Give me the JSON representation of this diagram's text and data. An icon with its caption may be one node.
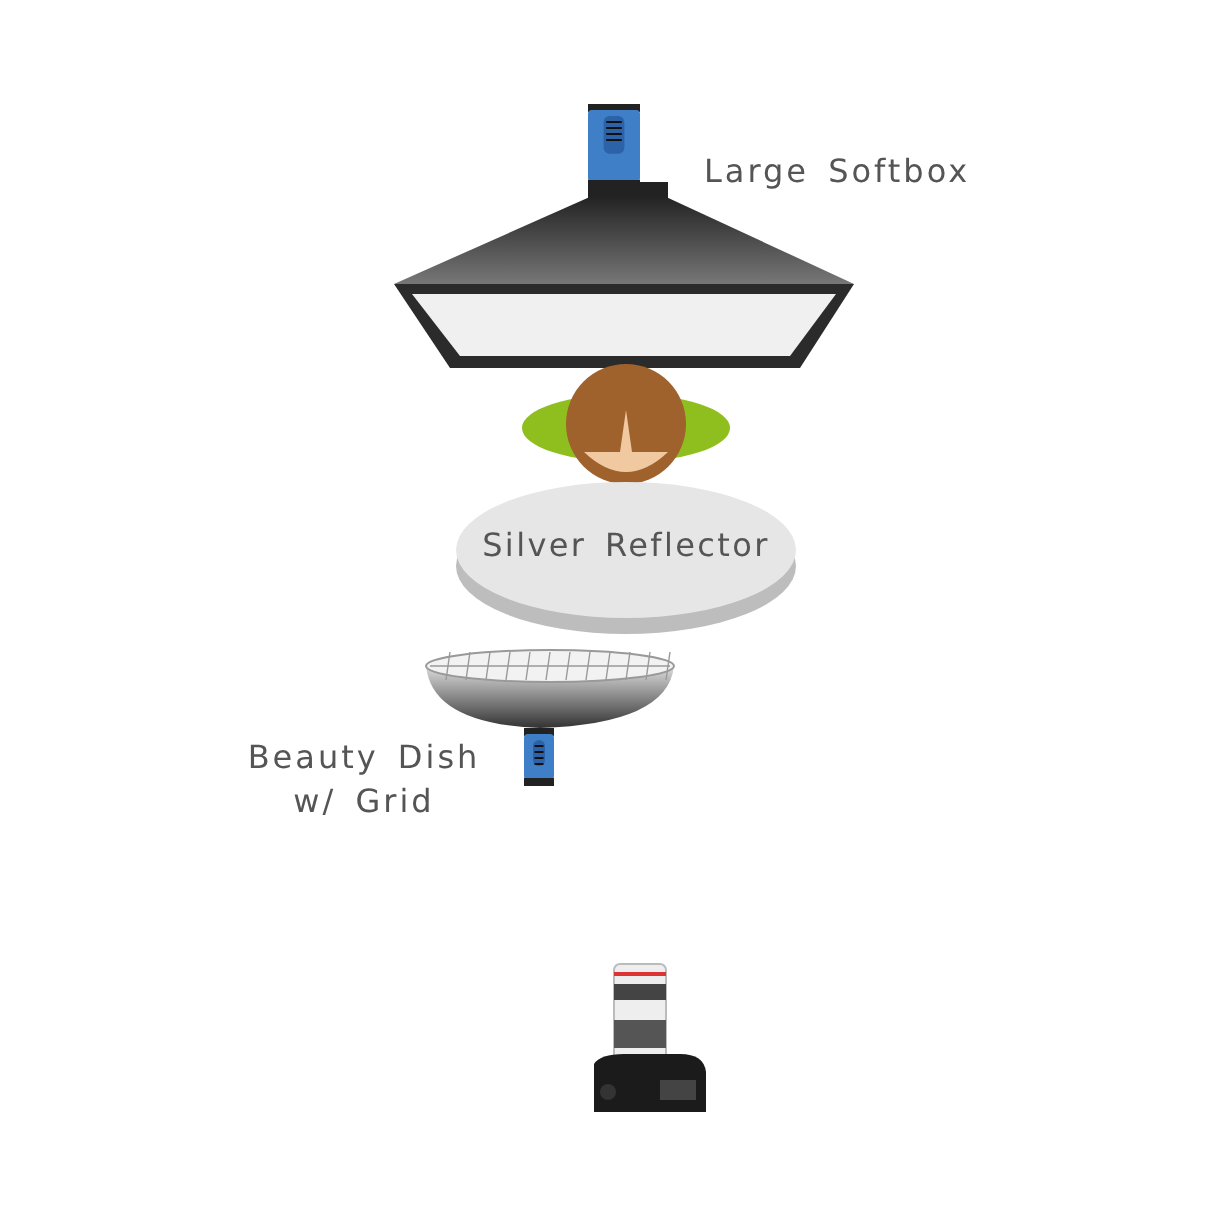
{
  "diagram": {
    "nodes": [
      {
        "text": [
          "Silver Reflector"
        ]
      }
    ],
    "labels": [
      "Large Softbox",
      "Beauty Dish w/ Grid"
    ]
  }
}
